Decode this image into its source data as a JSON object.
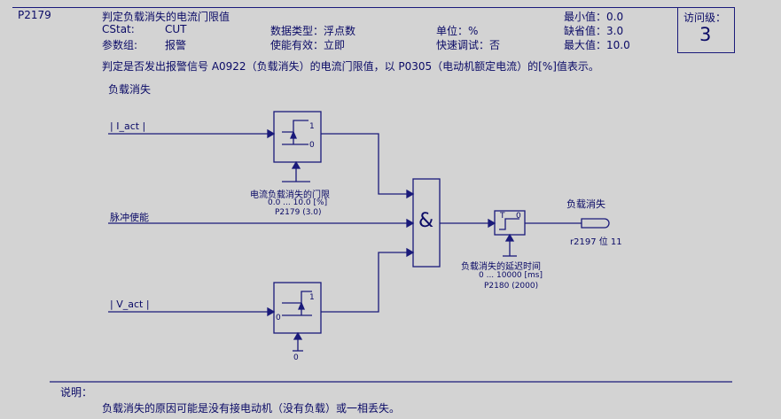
{
  "header": {
    "param_id": "P2179",
    "title": "判定负载消失的电流门限值",
    "cstat_label": "CStat:",
    "cstat_value": "CUT",
    "group_label": "参数组:",
    "group_value": "报警",
    "datatype": "数据类型：浮点数",
    "enable": "使能有效：立即",
    "unit": "单位：%",
    "quick": "快速调试：否",
    "min": "最小值：0.0",
    "default": "缺省值：3.0",
    "max": "最大值：10.0",
    "access_label": "访问级：",
    "access_value": "3"
  },
  "description": "判定是否发出报警信号 A0922（负载消失）的电流门限值，以 P0305（电动机额定电流）的[%]值表示。",
  "diagram": {
    "section_title": "负载消失",
    "input_i": "| I_act |",
    "input_pulse": "脉冲使能",
    "input_v": "| V_act |",
    "comp1_hi": "1",
    "comp1_lo": "0",
    "thresh_label": "电流负载消失的门限",
    "thresh_range": "0.0 ... 10.0  [%]",
    "thresh_param": "P2179 (3.0)",
    "and_symbol": "&",
    "timer_t": "T",
    "timer_0": "0",
    "delay_label": "负载消失的延迟时间",
    "delay_range": "0 ... 10000  [ms]",
    "delay_param": "P2180 (2000)",
    "output_label": "负载消失",
    "output_param": "r2197 位 11",
    "comp2_hi": "1",
    "comp2_lo": "0",
    "comp2_bottom": "0"
  },
  "note": {
    "label": "说明：",
    "text": "负载消失的原因可能是没有接电动机（没有负载）或一相丢失。"
  }
}
